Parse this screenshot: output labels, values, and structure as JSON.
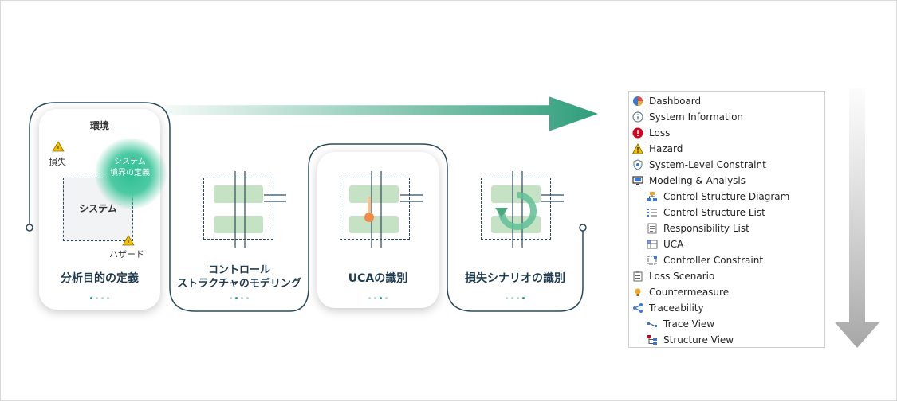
{
  "step1": {
    "environment": "環境",
    "loss": "損失",
    "boundary": "システム\n境界の定義",
    "system": "システム",
    "hazard": "ハザード",
    "caption": "分析目的の定義"
  },
  "step2": {
    "caption": "コントロール\nストラクチャのモデリング"
  },
  "step3": {
    "caption": "UCAの識別"
  },
  "step4": {
    "caption": "損失シナリオの識別"
  },
  "menu": {
    "items": [
      {
        "label": "Dashboard",
        "icon": "pie-chart-icon",
        "level": 0
      },
      {
        "label": "System Information",
        "icon": "info-icon",
        "level": 0
      },
      {
        "label": "Loss",
        "icon": "loss-icon",
        "level": 0
      },
      {
        "label": "Hazard",
        "icon": "hazard-icon",
        "level": 0
      },
      {
        "label": "System-Level Constraint",
        "icon": "constraint-icon",
        "level": 0
      },
      {
        "label": "Modeling & Analysis",
        "icon": "modeling-icon",
        "level": 0
      },
      {
        "label": "Control Structure Diagram",
        "icon": "diagram-icon",
        "level": 1
      },
      {
        "label": "Control Structure List",
        "icon": "list-icon",
        "level": 1
      },
      {
        "label": "Responsibility List",
        "icon": "document-icon",
        "level": 1
      },
      {
        "label": "UCA",
        "icon": "table-icon",
        "level": 1
      },
      {
        "label": "Controller Constraint",
        "icon": "controller-icon",
        "level": 1
      },
      {
        "label": "Loss Scenario",
        "icon": "clipboard-icon",
        "level": 0
      },
      {
        "label": "Countermeasure",
        "icon": "bulb-icon",
        "level": 0
      },
      {
        "label": "Traceability",
        "icon": "share-icon",
        "level": 0
      },
      {
        "label": "Trace View",
        "icon": "trace-icon",
        "level": 1
      },
      {
        "label": "Structure View",
        "icon": "structure-icon",
        "level": 1
      }
    ]
  },
  "colors": {
    "accent": "#2f9e7a",
    "dark": "#2b4a5c",
    "bar": "#c5e3c4",
    "loss_red": "#d0021b",
    "hazard_yellow": "#f5c400"
  }
}
